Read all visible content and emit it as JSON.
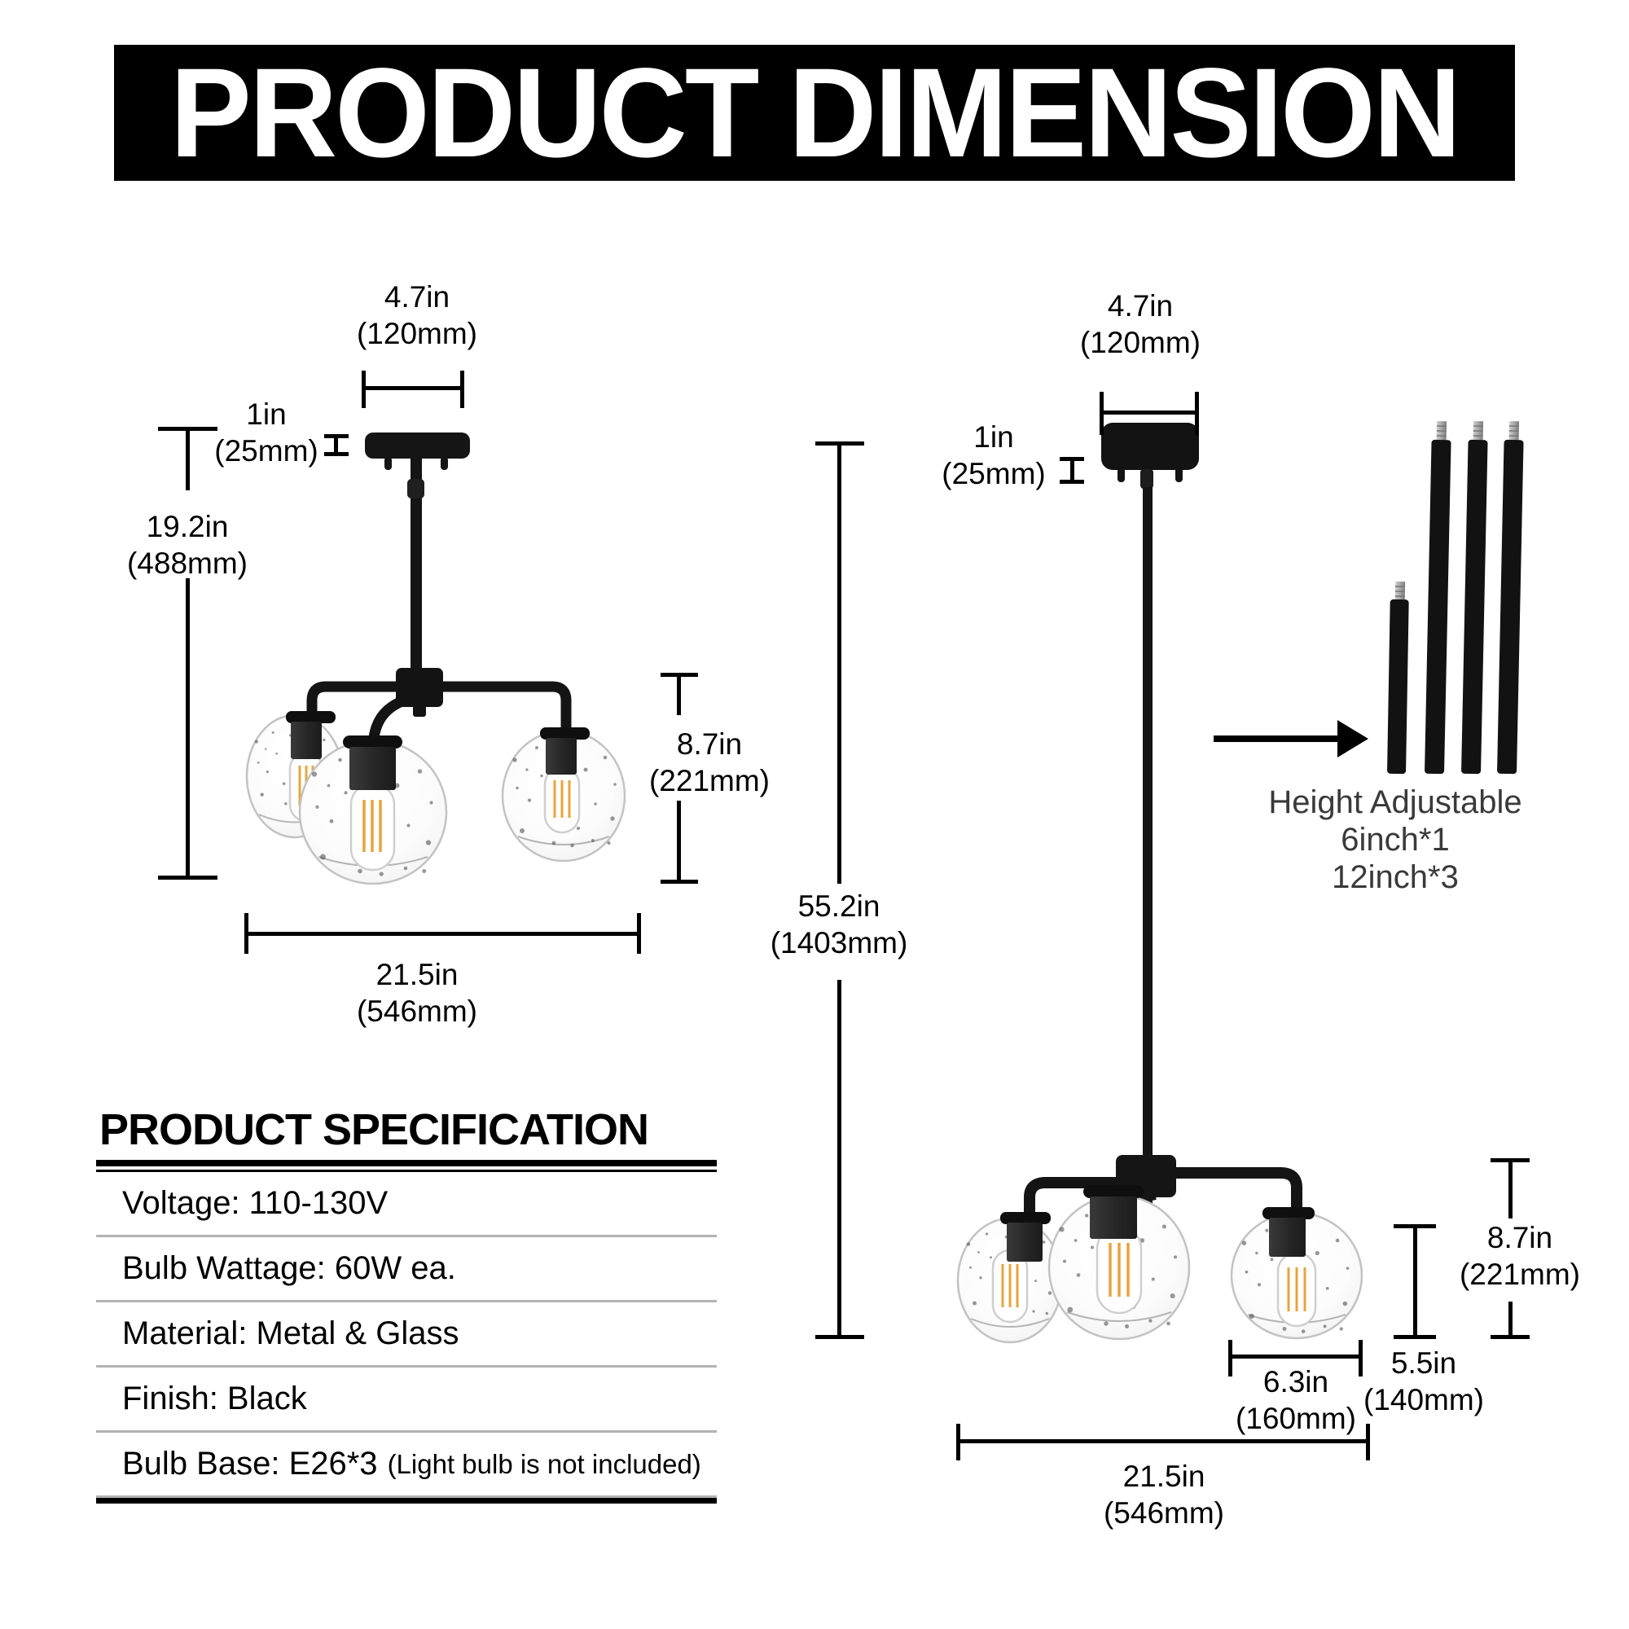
{
  "header": {
    "title": "PRODUCT DIMENSION"
  },
  "semi_flush_view": {
    "canopy_width_in": "4.7in",
    "canopy_width_mm": "(120mm)",
    "canopy_height_in": "1in",
    "canopy_height_mm": "(25mm)",
    "fixture_height_in": "19.2in",
    "fixture_height_mm": "(488mm)",
    "shade_height_in": "8.7in",
    "shade_height_mm": "(221mm)",
    "fixture_width_in": "21.5in",
    "fixture_width_mm": "(546mm)"
  },
  "pendant_view": {
    "canopy_width_in": "4.7in",
    "canopy_width_mm": "(120mm)",
    "canopy_height_in": "1in",
    "canopy_height_mm": "(25mm)",
    "overall_height_in": "55.2in",
    "overall_height_mm": "(1403mm)",
    "shade_height_in": "8.7in",
    "shade_height_mm": "(221mm)",
    "shade_gap_in": "5.5in",
    "shade_gap_mm": "(140mm)",
    "shade_width_in": "6.3in",
    "shade_width_mm": "(160mm)",
    "fixture_width_in": "21.5in",
    "fixture_width_mm": "(546mm)",
    "height_adjustable": {
      "line1": "Height Adjustable",
      "line2": "6inch*1",
      "line3": "12inch*3"
    }
  },
  "spec_table": {
    "title": "PRODUCT SPECIFICATION",
    "rows": [
      {
        "label": "Voltage: 110-130V"
      },
      {
        "label": "Bulb Wattage: 60W ea."
      },
      {
        "label": "Material: Metal & Glass"
      },
      {
        "label": "Finish: Black"
      },
      {
        "label": "Bulb Base: E26*3",
        "note": "(Light bulb is not included)"
      }
    ]
  },
  "colors": {
    "header_bg": "#000000",
    "header_text": "#ffffff",
    "fixture_black": "#141414",
    "socket_gray": "#2e2e2e",
    "dimension_black": "#000000",
    "note_gray": "#3a3a3a",
    "separator_gray": "#b3b3b3",
    "filament_amber": "#e8a43c",
    "glass_stroke": "#c3c3c3"
  }
}
